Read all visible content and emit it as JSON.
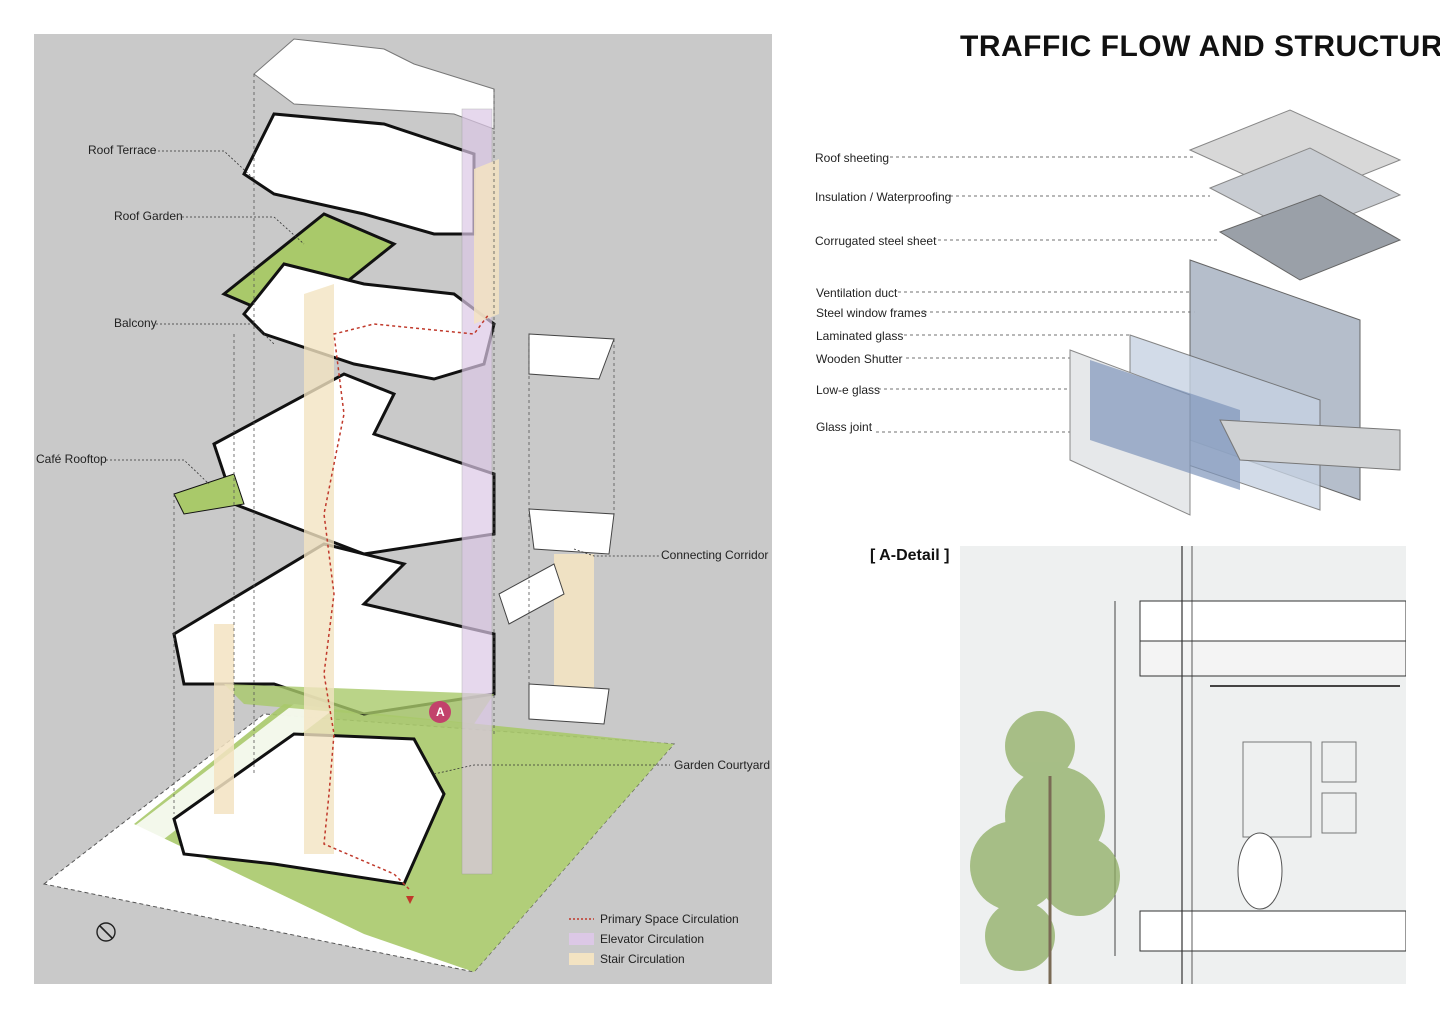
{
  "title": "TRAFFIC FLOW AND STRUCTURE",
  "axon_labels": {
    "roof_terrace": "Roof Terrace",
    "roof_garden": "Roof Garden",
    "balcony": "Balcony",
    "cafe_rooftop": "Café Rooftop",
    "connecting_corridor": "Connecting Corridor",
    "garden_courtyard": "Garden Courtyard",
    "marker_a": "A"
  },
  "legend": {
    "primary": "Primary Space Circulation",
    "elevator": "Elevator Circulation",
    "stair": "Stair Circulation"
  },
  "layers": [
    "Roof sheeting",
    "Insulation / Waterproofing",
    "Corrugated steel sheet",
    "Ventilation duct",
    "Steel window frames",
    "Laminated glass",
    "Wooden Shutter",
    "Low-e glass",
    "Glass joint"
  ],
  "detail_title": "[ A-Detail ]",
  "colors": {
    "panel_bg": "#c9c9c9",
    "green": "#a9c96a",
    "elevator": "#dcc8e6",
    "stair": "#f3e3c2",
    "circulation": "#c0392b",
    "marker": "#c2426b"
  }
}
